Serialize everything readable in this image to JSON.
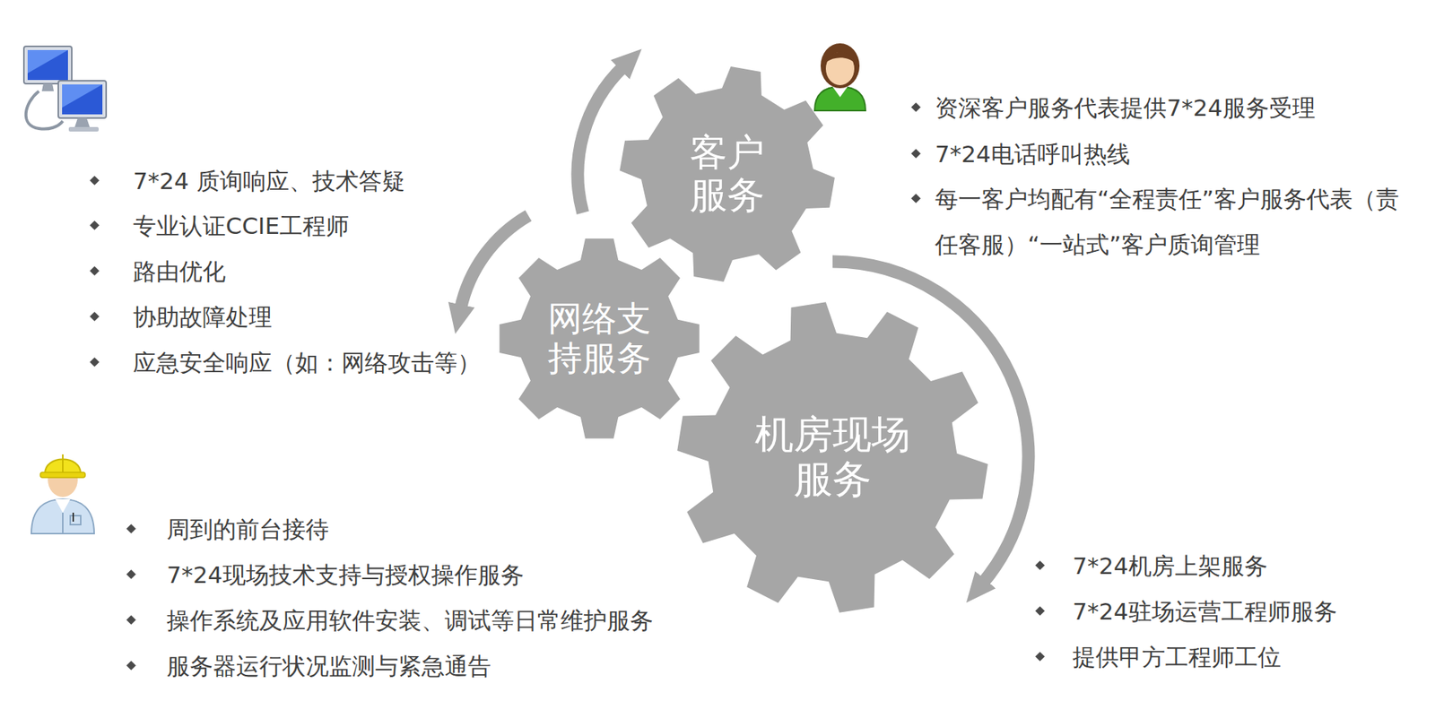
{
  "diagram": {
    "nodes": [
      {
        "text": [
          "客户服务"
        ]
      },
      {
        "text": [
          "网络支持服务"
        ]
      },
      {
        "text": [
          "机房现场服务"
        ]
      }
    ],
    "edges": [
      {
        "from": 1,
        "to": 0,
        "arrow": "to"
      },
      {
        "from": 0,
        "to": 1,
        "arrow": "to"
      },
      {
        "from": 0,
        "to": 2,
        "arrow": "to"
      }
    ],
    "labels": [
      "7*24 质询响应、技术答疑",
      "专业认证CCIE工程师",
      "路由优化",
      "协助故障处理",
      "应急安全响应（如：网络攻击等）",
      "资深客户服务代表提供7*24服务受理",
      "7*24电话呼叫热线",
      "每一客户均配有“全程责任”客户服务代表（责任客服）“一站式”客户质询管理",
      "周到的前台接待",
      "7*24现场技术支持与授权操作服务",
      "操作系统及应用软件安装、调试等日常维护服务",
      "服务器运行状况监测与紧急通告",
      "7*24机房上架服务",
      "7*24驻场运营工程师服务",
      "提供甲方工程师工位"
    ]
  }
}
